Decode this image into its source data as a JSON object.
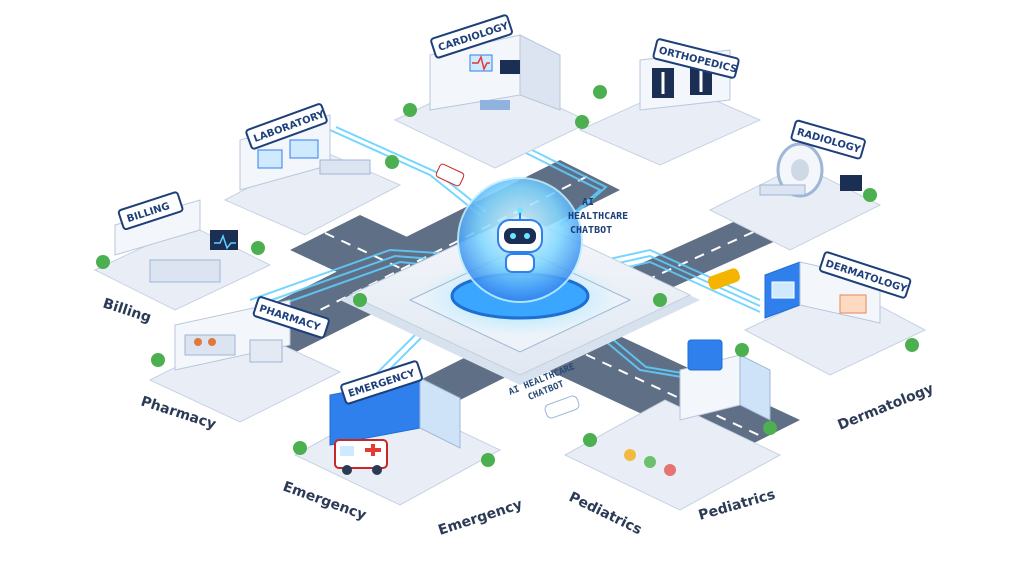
{
  "hub": {
    "label_line1": "AI",
    "label_line2": "HEALTHCARE",
    "label_line3": "CHATBOT",
    "road_label_line1": "AI HEALTHCARE",
    "road_label_line2": "CHATBOT"
  },
  "departments": {
    "cardiology": {
      "sign": "CARDIOLOGY"
    },
    "orthopedics": {
      "sign": "ORTHOPEDICS"
    },
    "laboratory": {
      "sign": "LABORATORY"
    },
    "radiology": {
      "sign": "RADIOLOGY"
    },
    "billing": {
      "sign": "BILLING",
      "ground_label": "Billing"
    },
    "pharmacy": {
      "sign": "PHARMACY",
      "ground_label": "Pharmacy"
    },
    "dermatology": {
      "sign": "DERMATOLOGY",
      "ground_label": "Dermatology"
    },
    "emergency": {
      "sign": "EMERGENCY",
      "ground_label_left": "Emergency",
      "ground_label_right": "Emergency"
    },
    "pediatrics": {
      "ground_label_left": "Pediatrics",
      "ground_label_right": "Pediatrics"
    }
  },
  "colors": {
    "accent_blue": "#2f80ed",
    "glow_cyan": "#5fd0ff",
    "sign_blue": "#1d3f7a",
    "platform": "#e9eef6",
    "road": "#5f6f86"
  }
}
